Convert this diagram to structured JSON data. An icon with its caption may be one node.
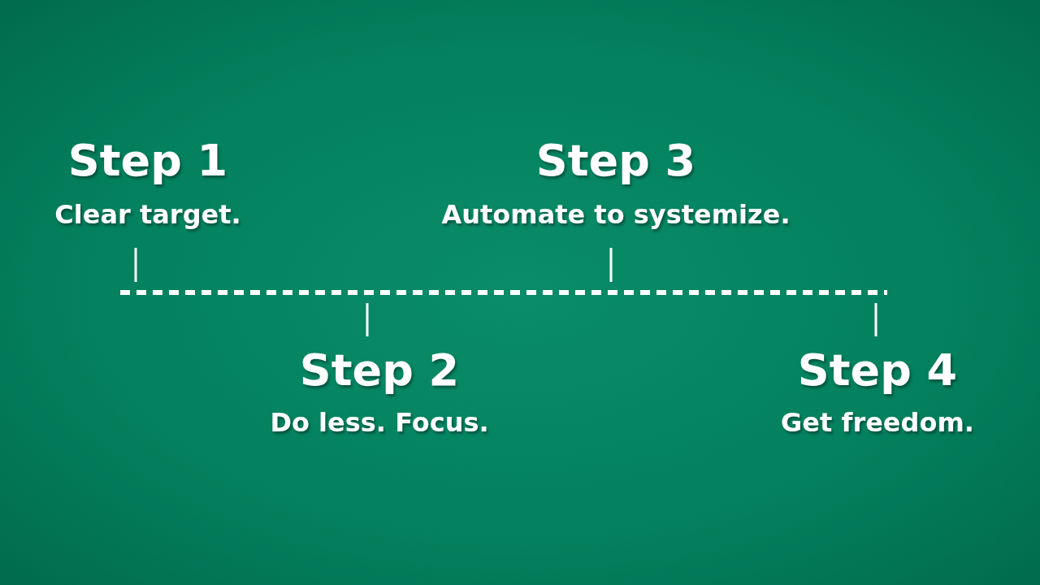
{
  "diagram": {
    "labels": [
      "Step 1",
      "Clear target.",
      "Step 3",
      "Automate to systemize.",
      "Step 2",
      "Do less. Focus.",
      "Step 4",
      "Get freedom."
    ]
  }
}
